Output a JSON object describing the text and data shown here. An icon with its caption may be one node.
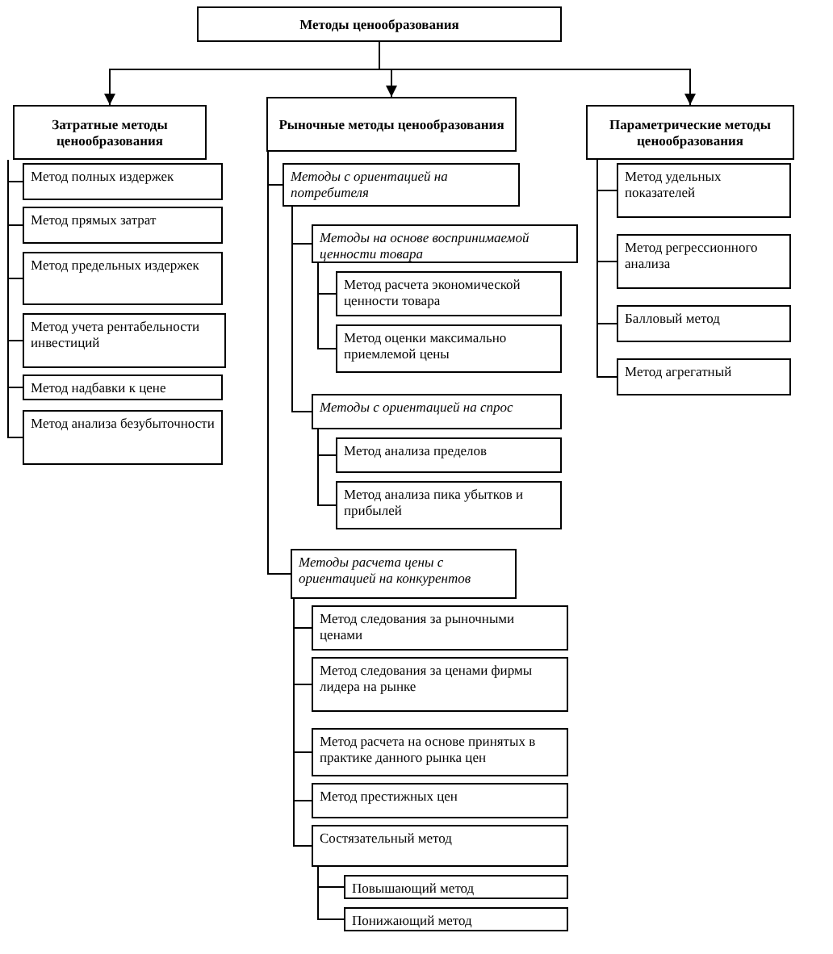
{
  "diagram": {
    "nodes": [
      {
        "text": [
          "Методы ценообразования"
        ]
      },
      {
        "text": [
          "Затратные методы ценообразования"
        ]
      },
      {
        "text": [
          "Рыночные методы ценообразования"
        ]
      },
      {
        "text": [
          "Параметрические методы ценообразования"
        ]
      },
      {
        "text": [
          "Метод полных издержек"
        ]
      },
      {
        "text": [
          "Метод прямых затрат"
        ]
      },
      {
        "text": [
          "Метод предельных издержек"
        ]
      },
      {
        "text": [
          "Метод учета рентабельности инвестиций"
        ]
      },
      {
        "text": [
          "Метод надбавки к цене"
        ]
      },
      {
        "text": [
          "Метод анализа безубыточности"
        ]
      },
      {
        "text": [
          "Методы с ориентацией на потребителя"
        ]
      },
      {
        "text": [
          "Методы на основе воспринимаемой ценности товара"
        ]
      },
      {
        "text": [
          "Метод расчета экономической ценности товара"
        ]
      },
      {
        "text": [
          "Метод оценки максимально приемлемой цены"
        ]
      },
      {
        "text": [
          "Методы с ориентацией на спрос"
        ]
      },
      {
        "text": [
          "Метод анализа пределов"
        ]
      },
      {
        "text": [
          "Метод анализа пика убытков и прибылей"
        ]
      },
      {
        "text": [
          "Методы расчета цены с ориентацией на конкурентов"
        ]
      },
      {
        "text": [
          "Метод следования за рыночными ценами"
        ]
      },
      {
        "text": [
          "Метод следования за ценами фирмы лидера на рынке"
        ]
      },
      {
        "text": [
          "Метод расчета на основе принятых в практике данного рынка цен"
        ]
      },
      {
        "text": [
          "Метод престижных цен"
        ]
      },
      {
        "text": [
          "Состязательный метод"
        ]
      },
      {
        "text": [
          "Повышающий метод"
        ]
      },
      {
        "text": [
          "Понижающий метод"
        ]
      },
      {
        "text": [
          "Метод удельных показателей"
        ]
      },
      {
        "text": [
          "Метод регрессионного анализа"
        ]
      },
      {
        "text": [
          "Балловый метод"
        ]
      },
      {
        "text": [
          "Метод агрегатный"
        ]
      }
    ],
    "edges": [
      {
        "from": 0,
        "to": 1,
        "arrow": "to"
      },
      {
        "from": 0,
        "to": 2,
        "arrow": "to"
      },
      {
        "from": 0,
        "to": 3,
        "arrow": "to"
      },
      {
        "from": 1,
        "to": 4,
        "arrow": "none"
      },
      {
        "from": 1,
        "to": 5,
        "arrow": "none"
      },
      {
        "from": 1,
        "to": 6,
        "arrow": "none"
      },
      {
        "from": 1,
        "to": 7,
        "arrow": "none"
      },
      {
        "from": 1,
        "to": 8,
        "arrow": "none"
      },
      {
        "from": 1,
        "to": 9,
        "arrow": "none"
      },
      {
        "from": 2,
        "to": 10,
        "arrow": "none"
      },
      {
        "from": 10,
        "to": 11,
        "arrow": "none"
      },
      {
        "from": 11,
        "to": 12,
        "arrow": "none"
      },
      {
        "from": 11,
        "to": 13,
        "arrow": "none"
      },
      {
        "from": 10,
        "to": 14,
        "arrow": "none"
      },
      {
        "from": 14,
        "to": 15,
        "arrow": "none"
      },
      {
        "from": 14,
        "to": 16,
        "arrow": "none"
      },
      {
        "from": 2,
        "to": 17,
        "arrow": "none"
      },
      {
        "from": 17,
        "to": 18,
        "arrow": "none"
      },
      {
        "from": 17,
        "to": 19,
        "arrow": "none"
      },
      {
        "from": 17,
        "to": 20,
        "arrow": "none"
      },
      {
        "from": 17,
        "to": 21,
        "arrow": "none"
      },
      {
        "from": 17,
        "to": 22,
        "arrow": "none"
      },
      {
        "from": 22,
        "to": 23,
        "arrow": "none"
      },
      {
        "from": 22,
        "to": 24,
        "arrow": "none"
      },
      {
        "from": 3,
        "to": 25,
        "arrow": "none"
      },
      {
        "from": 3,
        "to": 26,
        "arrow": "none"
      },
      {
        "from": 3,
        "to": 27,
        "arrow": "none"
      },
      {
        "from": 3,
        "to": 28,
        "arrow": "none"
      }
    ]
  }
}
